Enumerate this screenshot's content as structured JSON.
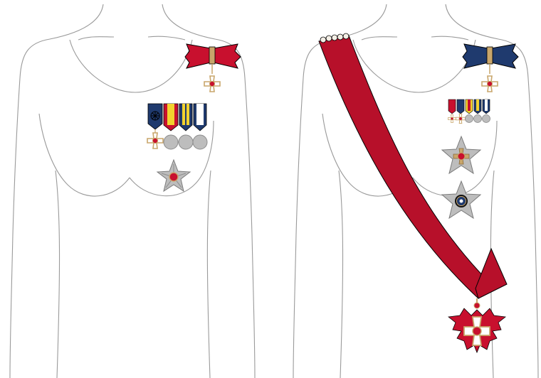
{
  "figures": [
    {
      "id": "left-figure",
      "bow": {
        "color": "#c8102e"
      },
      "ribbon_bar": [
        {
          "colors": [
            "#1f3a6e"
          ],
          "device": "wheel"
        },
        {
          "colors": [
            "#c8102e",
            "#f2d22e",
            "#c8102e"
          ]
        },
        {
          "colors": [
            "#1f3a6e",
            "#f2d22e",
            "#1f3a6e"
          ]
        },
        {
          "colors": [
            "#1f3a6e",
            "#ffffff",
            "#1f3a6e"
          ]
        }
      ],
      "stars": [
        {
          "center_color": "#c8102e"
        }
      ]
    },
    {
      "id": "right-figure",
      "bow": {
        "color": "#1f3a6e"
      },
      "sash": {
        "color": "#b7102a"
      },
      "stars": [
        {
          "center_color": "#c8102e"
        },
        {
          "center_color": "#1f3a6e"
        }
      ]
    }
  ],
  "colors": {
    "outline": "#9a9a9a",
    "gold": "#c9a66b",
    "silver": "#bdbdbd",
    "sash": "#b7102a",
    "red": "#c8102e",
    "blue": "#1f3a6e"
  }
}
